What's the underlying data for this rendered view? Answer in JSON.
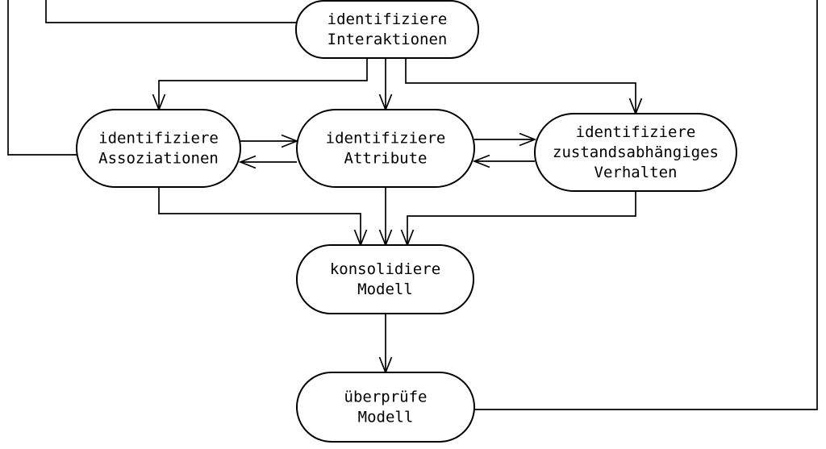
{
  "diagram": {
    "background_color": "#ffffff",
    "line_color": "#000000",
    "node_fill_color": "#ffffff",
    "nodes": [
      {
        "id": "interaktionen",
        "lines": [
          "identifiziere",
          "Interaktionen"
        ]
      },
      {
        "id": "assoziationen",
        "lines": [
          "identifiziere",
          "Assoziationen"
        ]
      },
      {
        "id": "attribute",
        "lines": [
          "identifiziere",
          "Attribute"
        ]
      },
      {
        "id": "verhalten",
        "lines": [
          "identifiziere",
          "zustandsabhängiges",
          "Verhalten"
        ]
      },
      {
        "id": "konsolidiere",
        "lines": [
          "konsolidiere",
          "Modell"
        ]
      },
      {
        "id": "ueberpruefe",
        "lines": [
          "überprüfe",
          "Modell"
        ]
      }
    ],
    "edges": [
      {
        "id": "offscreen-to-interaktionen",
        "from": "offscreen-top-left",
        "to": "interaktionen",
        "style": "plain"
      },
      {
        "id": "offscreen-to-assoziationen",
        "from": "offscreen-top-left2",
        "to": "assoziationen",
        "style": "plain"
      },
      {
        "id": "interaktionen-assoziationen",
        "from": "interaktionen",
        "to": "assoziationen",
        "style": "arrow"
      },
      {
        "id": "interaktionen-attribute",
        "from": "interaktionen",
        "to": "attribute",
        "style": "arrow"
      },
      {
        "id": "interaktionen-verhalten",
        "from": "interaktionen",
        "to": "verhalten",
        "style": "arrow"
      },
      {
        "id": "assoziationen-attribute",
        "from": "assoziationen",
        "to": "attribute",
        "style": "arrow"
      },
      {
        "id": "attribute-assoziationen",
        "from": "attribute",
        "to": "assoziationen",
        "style": "arrow"
      },
      {
        "id": "attribute-verhalten",
        "from": "attribute",
        "to": "verhalten",
        "style": "arrow"
      },
      {
        "id": "verhalten-attribute",
        "from": "verhalten",
        "to": "attribute",
        "style": "arrow"
      },
      {
        "id": "assoziationen-konsolidiere",
        "from": "assoziationen",
        "to": "konsolidiere",
        "style": "arrow"
      },
      {
        "id": "attribute-konsolidiere",
        "from": "attribute",
        "to": "konsolidiere",
        "style": "arrow"
      },
      {
        "id": "verhalten-konsolidiere",
        "from": "verhalten",
        "to": "konsolidiere",
        "style": "arrow"
      },
      {
        "id": "konsolidiere-ueberpruefe",
        "from": "konsolidiere",
        "to": "ueberpruefe",
        "style": "arrow"
      },
      {
        "id": "ueberpruefe-offscreen",
        "from": "ueberpruefe",
        "to": "offscreen-top-right",
        "style": "plain"
      }
    ]
  }
}
